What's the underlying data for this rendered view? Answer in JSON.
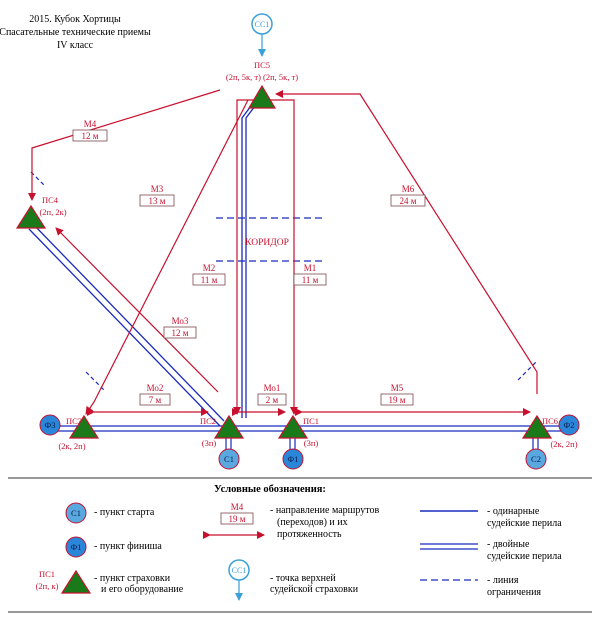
{
  "header": {
    "line1": "2015. Кубок Хортицы",
    "line2": "Спасательные технические приемы",
    "line3": "IV класс"
  },
  "colors": {
    "route": "#c8102e",
    "rope": "#1a2bbf",
    "triangle": "#1a7a1a",
    "blue_circle": "#2a86d8",
    "cc_circle": "#3aa0d8",
    "dashed": "#1a2bbf"
  },
  "points": {
    "ss1_top": "СС1",
    "ps5_label": "ПС5",
    "ps5_eq": "(2п, 5к, т) (2п, 5к, т)",
    "ps4_label": "ПС4",
    "ps4_eq": "(2п, 2к)",
    "ps3_label": "ПС3",
    "ps3_eq": "(2к, 2п)",
    "ps2_label": "ПС2",
    "ps2_eq": "(3п)",
    "ps1_label": "ПС1",
    "ps1_eq": "(3п)",
    "ps6_label": "ПС6",
    "ps6_eq": "(2к, 2п)",
    "f1": "Ф1",
    "f2": "Ф2",
    "f3": "Ф3",
    "c1": "С1",
    "c2": "С2"
  },
  "routes": {
    "m4_name": "М4",
    "m4_len": "12 м",
    "m3_name": "М3",
    "m3_len": "13 м",
    "m6_name": "М6",
    "m6_len": "24 м",
    "m2_name": "М2",
    "m2_len": "11 м",
    "m1_name": "М1",
    "m1_len": "11 м",
    "mo3_name": "Мо3",
    "mo3_len": "12 м",
    "mo2_name": "Мо2",
    "mo2_len": "7 м",
    "mo1_name": "Мо1",
    "mo1_len": "2 м",
    "m5_name": "М5",
    "m5_len": "19 м",
    "corridor": "КОРИДОР"
  },
  "legend": {
    "title": "Условные обозначения:",
    "start_icon": "С1",
    "start": "- пункт старта",
    "finish_icon": "Ф1",
    "finish": "- пункт финиша",
    "belay_icon_label": "ПС1",
    "belay_icon_eq": "(2п, к)",
    "belay_1": "- пункт страховки",
    "belay_2": "и его оборудование",
    "route_icon_name": "М4",
    "route_icon_len": "19 м",
    "route_1": "- направление маршрутов",
    "route_2": "(переходов) и их",
    "route_3": "протяженность",
    "top_icon": "СС1",
    "top_1": "- точка верхней",
    "top_2": "судейской страховки",
    "single_1": "- одинарные",
    "single_2": "судейские перила",
    "double_1": "- двойные",
    "double_2": "судейские перила",
    "limit_1": "- линия",
    "limit_2": "ограничения"
  }
}
